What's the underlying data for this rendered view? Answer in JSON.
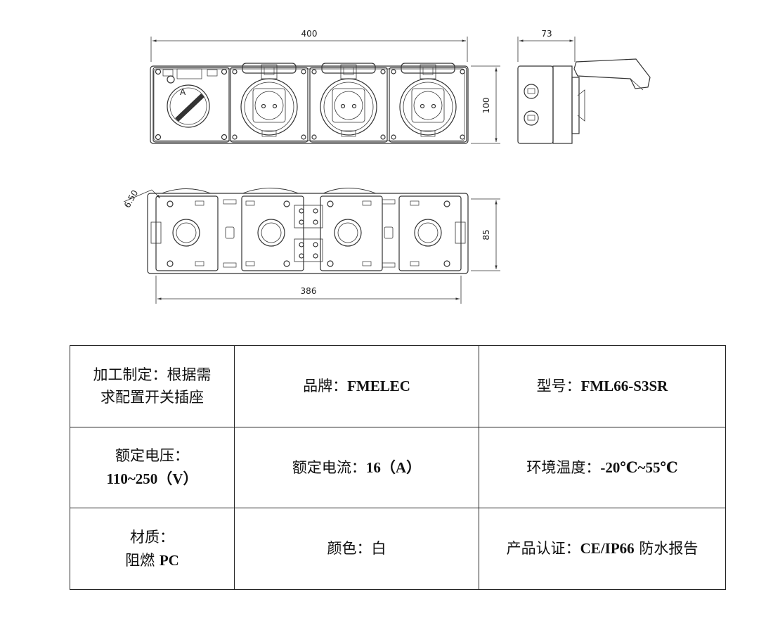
{
  "dimensions": {
    "front_width": "400",
    "side_depth": "73",
    "front_height": "100",
    "corner_offset": "6.50",
    "back_height": "85",
    "back_width": "386"
  },
  "specs": {
    "processing": {
      "label_line1": "加工制定：根据需",
      "label_line2": "求配置开关插座"
    },
    "brand": {
      "label": "品牌：",
      "value": "FMELEC"
    },
    "model": {
      "label": "型号：",
      "value": "FML66-S3SR"
    },
    "rated_voltage": {
      "label": "额定电压：",
      "value": "110~250（V）"
    },
    "rated_current": {
      "label": "额定电流：",
      "value": "16（A）"
    },
    "temperature": {
      "label": "环境温度：",
      "value": "-20℃~55℃"
    },
    "material": {
      "label": "材质：",
      "value_prefix": "阻燃 ",
      "value": "PC"
    },
    "color": {
      "label": "颜色：",
      "value": "白"
    },
    "certification": {
      "label": "产品认证：",
      "value": "CE/IP66",
      "suffix": " 防水报告"
    }
  }
}
